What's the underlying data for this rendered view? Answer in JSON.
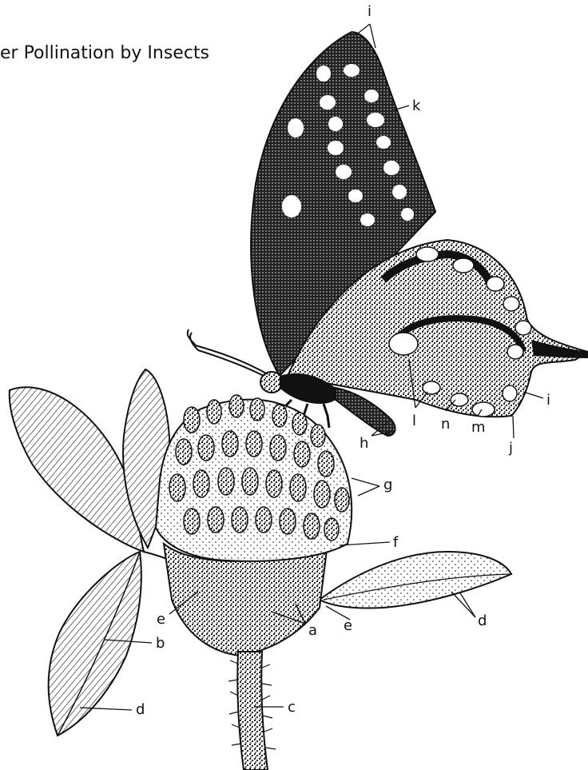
{
  "title": "er Pollination by Insects",
  "labels": {
    "i_top": "i",
    "k": "k",
    "i_right": "i",
    "l": "l",
    "n": "n",
    "m": "m",
    "j": "j",
    "h": "h",
    "g": "g",
    "f": "f",
    "d_right": "d",
    "e_left": "e",
    "e_right": "e",
    "a": "a",
    "b": "b",
    "c": "c",
    "d_left": "d"
  },
  "colors": {
    "ink": "#111111",
    "wing_light": "#ffffff"
  }
}
